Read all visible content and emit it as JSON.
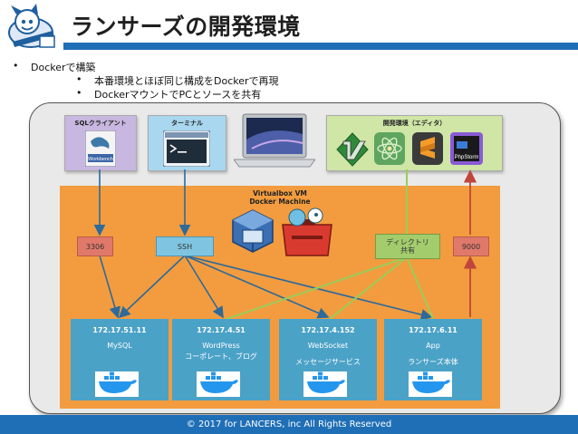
{
  "header": {
    "title": "ランサーズの開発環境"
  },
  "bullets": {
    "item1": "Dockerで構築",
    "item1_sub": [
      "本番環境とほぼ同じ構成をDockerで再現",
      "DockerマウントでPCとソースを共有"
    ],
    "marker": "•"
  },
  "diagram": {
    "tools": {
      "sql_client": "SQLクライアント",
      "terminal": "ターミナル",
      "ide": "開発環境（エディタ）",
      "workbench_label": "Workbench",
      "phpstorm_label": "PhpStorm"
    },
    "vm": {
      "title_line1": "Virtualbox VM",
      "title_line2": "Docker Machine"
    },
    "services": {
      "port_mysql": "3306",
      "ssh": "SSH",
      "dir_line1": "ディレクトリ",
      "dir_line2": "共有",
      "port_app": "9000"
    },
    "containers": [
      {
        "ip": "172.17.51.11",
        "name": "MySQL",
        "sub": ""
      },
      {
        "ip": "172.17.4.51",
        "name": "WordPress",
        "sub": "コーポレート、ブログ"
      },
      {
        "ip": "172.17.4.152",
        "name": "WebSocket",
        "sub": "メッセージサービス"
      },
      {
        "ip": "172.17.6.11",
        "name": "App",
        "sub": "ランサーズ本体"
      }
    ],
    "colors": {
      "blue_line": "#2e6a9a",
      "green_line": "#9acd5a",
      "red_line": "#c0453a",
      "vm_fill": "#f29c3f",
      "container_fill": "#4ba2c7"
    }
  },
  "footer": {
    "copyright": "© 2017 for LANCERS, inc All Rights Reserved"
  }
}
